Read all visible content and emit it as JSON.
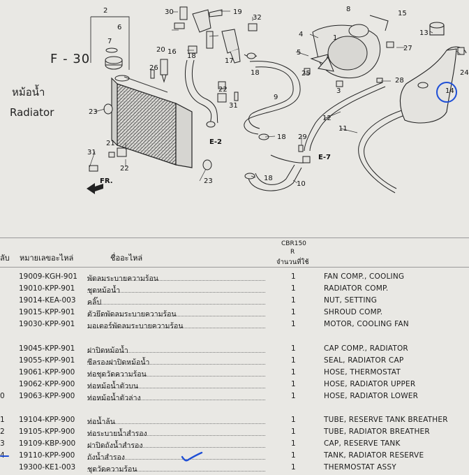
{
  "figure": {
    "code": "F - 30",
    "title_th": "หม้อน้ำ",
    "title_en": "Radiator",
    "front_label": "FR.",
    "callouts": [
      "1",
      "2",
      "3",
      "4",
      "5",
      "6",
      "7",
      "8",
      "9",
      "10",
      "11",
      "12",
      "13",
      "14",
      "15",
      "16",
      "17",
      "18",
      "18",
      "18",
      "18",
      "19",
      "20",
      "21",
      "22",
      "22",
      "23",
      "23",
      "24",
      "25",
      "26",
      "27",
      "28",
      "29",
      "30",
      "31",
      "31",
      "32",
      "E-2",
      "E-7"
    ]
  },
  "table": {
    "headers": {
      "index": "ลับ",
      "part_no": "หมายเลขอะไหล่",
      "name_th": "ชื่ออะไหล่",
      "model": "CBR150",
      "model_sub": "R",
      "qty": "จำนวนที่ใช้"
    },
    "rows": [
      {
        "idx": "",
        "part_no": "19009-KGH-901",
        "name_th": "พัดลมระบายความร้อน",
        "qty": "1",
        "name_en": "FAN COMP., COOLING"
      },
      {
        "idx": "",
        "part_no": "19010-KPP-901",
        "name_th": "ชุดหม้อน้ำ",
        "qty": "1",
        "name_en": "RADIATOR COMP."
      },
      {
        "idx": "",
        "part_no": "19014-KEA-003",
        "name_th": "คลิ๊ป",
        "qty": "1",
        "name_en": "NUT, SETTING"
      },
      {
        "idx": "",
        "part_no": "19015-KPP-901",
        "name_th": "ตัวยึดพัดลมระบายความร้อน",
        "qty": "1",
        "name_en": "SHROUD COMP."
      },
      {
        "idx": "",
        "part_no": "19030-KPP-901",
        "name_th": "มอเตอร์พัดลมระบายความร้อน",
        "qty": "1",
        "name_en": "MOTOR, COOLING FAN"
      },
      {
        "idx": "",
        "part_no": "19045-KPP-901",
        "name_th": "ฝาปิดหม้อน้ำ",
        "qty": "1",
        "name_en": "CAP COMP., RADIATOR"
      },
      {
        "idx": "",
        "part_no": "19055-KPP-901",
        "name_th": "ซีลรองฝาปิดหม้อน้ำ",
        "qty": "1",
        "name_en": "SEAL, RADIATOR CAP"
      },
      {
        "idx": "",
        "part_no": "19061-KPP-900",
        "name_th": "ท่อชุดวัดความร้อน",
        "qty": "1",
        "name_en": "HOSE, THERMOSTAT"
      },
      {
        "idx": "",
        "part_no": "19062-KPP-900",
        "name_th": "ท่อหม้อน้ำตัวบน",
        "qty": "1",
        "name_en": "HOSE, RADIATOR UPPER"
      },
      {
        "idx": "0",
        "part_no": "19063-KPP-900",
        "name_th": "ท่อหม้อน้ำตัวล่าง",
        "qty": "1",
        "name_en": "HOSE, RADIATOR LOWER"
      },
      {
        "idx": "1",
        "part_no": "19104-KPP-900",
        "name_th": "ท่อน้ำล้น",
        "qty": "1",
        "name_en": "TUBE, RESERVE TANK BREATHER"
      },
      {
        "idx": "2",
        "part_no": "19105-KPP-900",
        "name_th": "ท่อระบายน้ำสำรอง",
        "qty": "1",
        "name_en": "TUBE, RADIATOR BREATHER"
      },
      {
        "idx": "3",
        "part_no": "19109-KBP-900",
        "name_th": "ฝาปิดถังน้ำสำรอง",
        "qty": "1",
        "name_en": "CAP, RESERVE TANK"
      },
      {
        "idx": "4",
        "part_no": "19110-KPP-900",
        "name_th": "ถังน้ำสำรอง",
        "qty": "1",
        "name_en": "TANK, RADIATOR RESERVE"
      },
      {
        "idx": "",
        "part_no": "19300-KE1-003",
        "name_th": "ชุดวัดความร้อน",
        "qty": "1",
        "name_en": "THERMOSTAT ASSY"
      }
    ]
  },
  "annotations": {
    "circle_label": "14",
    "pen_color": "#1f4fd6"
  }
}
